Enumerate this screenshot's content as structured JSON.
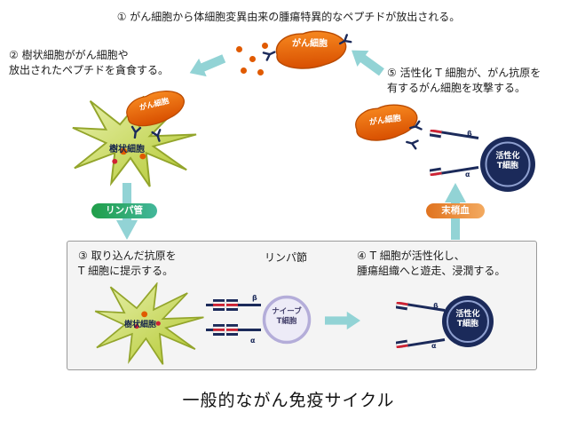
{
  "title": "一般的ながん免疫サイクル",
  "steps": {
    "step1": "① がん細胞から体細胞変異由来の腫瘍特異的なペプチドが放出される。",
    "step2": "② 樹状細胞ががん細胞や\n放出されたペプチドを貪食する。",
    "step3": "③ 取り込んだ抗原を\nT 細胞に提示する。",
    "step4": "④ T 細胞が活性化し、\n腫瘍組織へと遊走、浸潤する。",
    "step5": "⑤ 活性化 T 細胞が、がん抗原を\n有するがん細胞を攻撃する。"
  },
  "labels": {
    "cancer_cell": "がん細胞",
    "dendritic_cell": "樹状細胞",
    "lymph_vessel": "リンパ管",
    "peripheral_blood": "末梢血",
    "lymph_node": "リンパ節",
    "naive_t_cell": "ナイーブ\nT細胞",
    "activated_t_cell": "活性化\nT細胞",
    "tcr_alpha": "α",
    "tcr_beta": "β"
  },
  "colors": {
    "cancer_cell": "#e05a00",
    "dendritic_cell": "#c2d13e",
    "arrow": "#92d3d5",
    "activated_t_cell": "#1b2a5a",
    "naive_t_cell": "#b4add9",
    "lymph_vessel_bar": "#1f9e48",
    "peripheral_blood_bar": "#e0731f",
    "box_background": "#f4f4f4"
  }
}
